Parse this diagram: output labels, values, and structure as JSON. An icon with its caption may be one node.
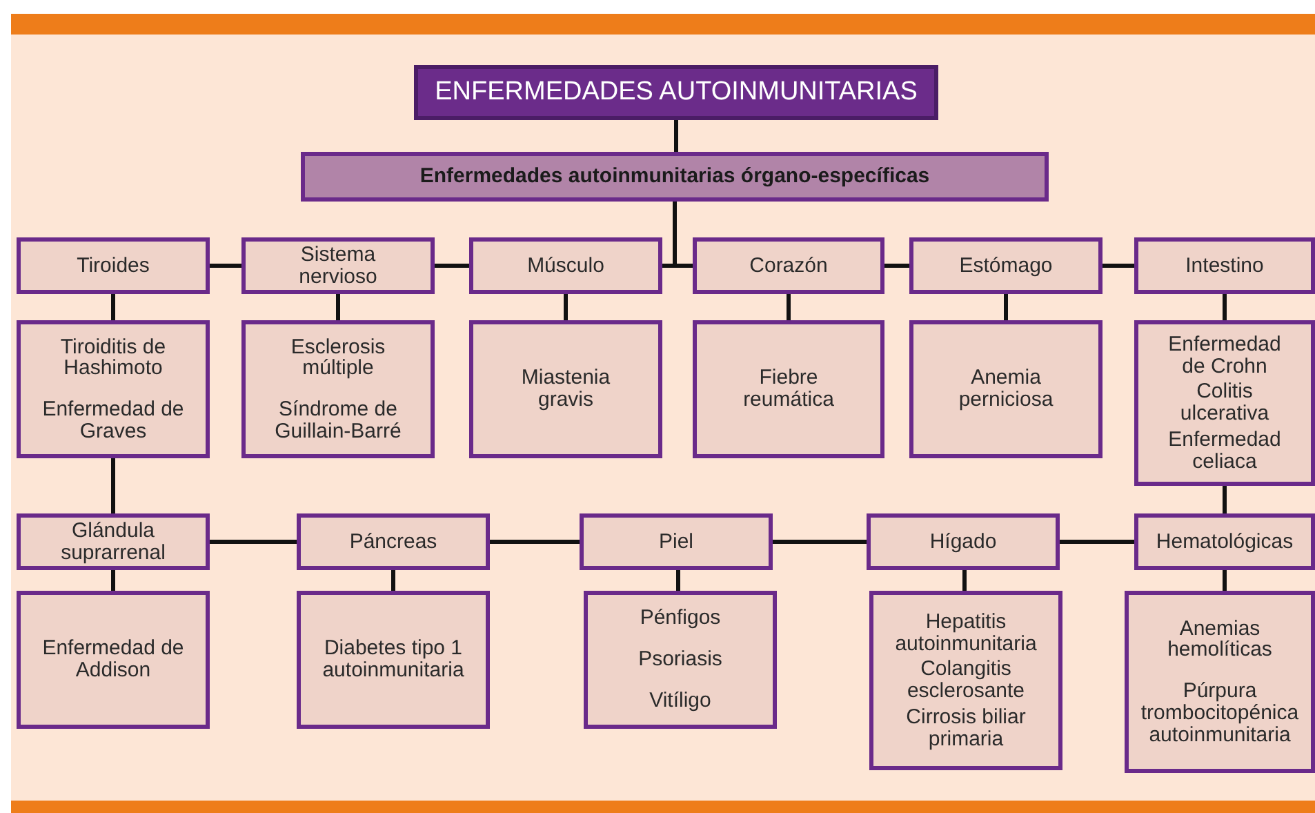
{
  "diagram": {
    "nodes": [
      {
        "text": [
          "ENFERMEDADES AUTOINMUNITARIAS"
        ]
      },
      {
        "text": [
          "Enfermedades autoinmunitarias órgano-específicas"
        ]
      },
      {
        "text": [
          "Tiroides"
        ]
      },
      {
        "text": [
          "Tiroiditis de Hashimoto",
          "Enfermedad de Graves"
        ]
      },
      {
        "text": [
          "Sistema nervioso"
        ]
      },
      {
        "text": [
          "Esclerosis múltiple",
          "Síndrome de Guillain-Barré"
        ]
      },
      {
        "text": [
          "Músculo"
        ]
      },
      {
        "text": [
          "Miastenia gravis"
        ]
      },
      {
        "text": [
          "Corazón"
        ]
      },
      {
        "text": [
          "Fiebre reumática"
        ]
      },
      {
        "text": [
          "Estómago"
        ]
      },
      {
        "text": [
          "Anemia perniciosa"
        ]
      },
      {
        "text": [
          "Intestino"
        ]
      },
      {
        "text": [
          "Enfermedad de Crohn",
          "Colitis ulcerativa",
          "Enfermedad celiaca"
        ]
      },
      {
        "text": [
          "Glándula suprarrenal"
        ]
      },
      {
        "text": [
          "Enfermedad de Addison"
        ]
      },
      {
        "text": [
          "Páncreas"
        ]
      },
      {
        "text": [
          "Diabetes tipo 1 autoinmunitaria"
        ]
      },
      {
        "text": [
          "Piel"
        ]
      },
      {
        "text": [
          "Pénfigos",
          "Psoriasis",
          "Vitíligo"
        ]
      },
      {
        "text": [
          "Hígado"
        ]
      },
      {
        "text": [
          "Hepatitis autoinmunitaria",
          "Colangitis esclerosante",
          "Cirrosis biliar primaria"
        ]
      },
      {
        "text": [
          "Hematológicas"
        ]
      },
      {
        "text": [
          "Anemias hemolíticas",
          "Púrpura trombocitopénica autoinmunitaria"
        ]
      }
    ],
    "edges": [
      {
        "from": 0,
        "to": 1,
        "arrow": "none"
      },
      {
        "from": 1,
        "to": 6,
        "arrow": "none"
      },
      {
        "from": 1,
        "to": 8,
        "arrow": "none"
      },
      {
        "from": 2,
        "to": 4,
        "arrow": "none"
      },
      {
        "from": 4,
        "to": 6,
        "arrow": "none"
      },
      {
        "from": 8,
        "to": 10,
        "arrow": "none"
      },
      {
        "from": 10,
        "to": 12,
        "arrow": "none"
      },
      {
        "from": 2,
        "to": 3,
        "arrow": "none"
      },
      {
        "from": 4,
        "to": 5,
        "arrow": "none"
      },
      {
        "from": 6,
        "to": 7,
        "arrow": "none"
      },
      {
        "from": 8,
        "to": 9,
        "arrow": "none"
      },
      {
        "from": 10,
        "to": 11,
        "arrow": "none"
      },
      {
        "from": 12,
        "to": 13,
        "arrow": "none"
      },
      {
        "from": 3,
        "to": 14,
        "arrow": "none"
      },
      {
        "from": 13,
        "to": 22,
        "arrow": "none"
      },
      {
        "from": 14,
        "to": 16,
        "arrow": "none"
      },
      {
        "from": 16,
        "to": 18,
        "arrow": "none"
      },
      {
        "from": 18,
        "to": 20,
        "arrow": "none"
      },
      {
        "from": 20,
        "to": 22,
        "arrow": "none"
      },
      {
        "from": 14,
        "to": 15,
        "arrow": "none"
      },
      {
        "from": 16,
        "to": 17,
        "arrow": "none"
      },
      {
        "from": 18,
        "to": 19,
        "arrow": "none"
      },
      {
        "from": 20,
        "to": 21,
        "arrow": "none"
      },
      {
        "from": 22,
        "to": 23,
        "arrow": "none"
      }
    ]
  }
}
